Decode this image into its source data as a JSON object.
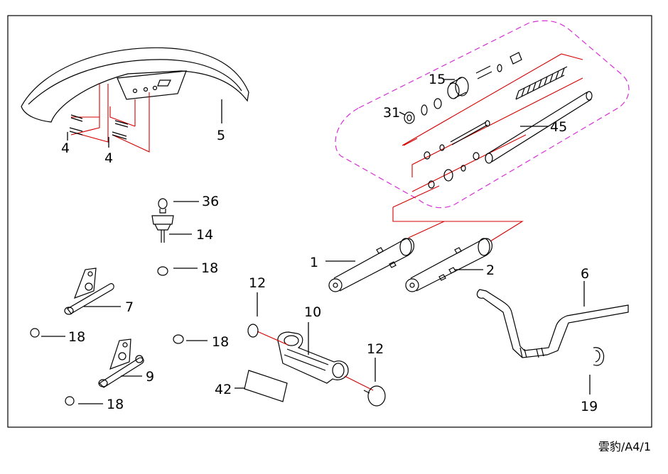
{
  "figure": {
    "caption": "雲豹/A4/1",
    "colors": {
      "outline": "#000000",
      "explode_line": "#d40000",
      "group_outline": "#d62fd6"
    },
    "parts": [
      {
        "id": "p1",
        "number": "1",
        "name": ""
      },
      {
        "id": "p2",
        "number": "2",
        "name": ""
      },
      {
        "id": "p4a",
        "number": "4",
        "name": ""
      },
      {
        "id": "p4b",
        "number": "4",
        "name": ""
      },
      {
        "id": "p5",
        "number": "5",
        "name": ""
      },
      {
        "id": "p6",
        "number": "6",
        "name": ""
      },
      {
        "id": "p7",
        "number": "7",
        "name": ""
      },
      {
        "id": "p9",
        "number": "9",
        "name": ""
      },
      {
        "id": "p10",
        "number": "10",
        "name": ""
      },
      {
        "id": "p12a",
        "number": "12",
        "name": ""
      },
      {
        "id": "p12b",
        "number": "12",
        "name": ""
      },
      {
        "id": "p14",
        "number": "14",
        "name": ""
      },
      {
        "id": "p15",
        "number": "15",
        "name": ""
      },
      {
        "id": "p18a",
        "number": "18",
        "name": ""
      },
      {
        "id": "p18b",
        "number": "18",
        "name": ""
      },
      {
        "id": "p18c",
        "number": "18",
        "name": ""
      },
      {
        "id": "p18d",
        "number": "18",
        "name": ""
      },
      {
        "id": "p19",
        "number": "19",
        "name": ""
      },
      {
        "id": "p31",
        "number": "31",
        "name": ""
      },
      {
        "id": "p36",
        "number": "36",
        "name": ""
      },
      {
        "id": "p42",
        "number": "42",
        "name": ""
      },
      {
        "id": "p45",
        "number": "45",
        "name": ""
      }
    ]
  }
}
